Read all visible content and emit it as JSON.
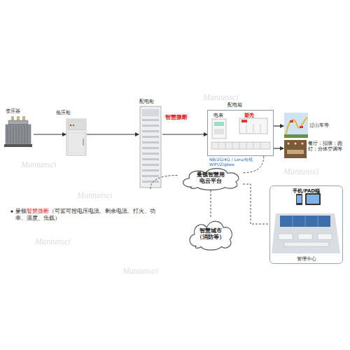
{
  "diagram": {
    "nodes": [
      {
        "text": [
          "变压器"
        ]
      },
      {
        "text": [
          "低压柜"
        ]
      },
      {
        "text": [
          "配电柜"
        ]
      },
      {
        "text": [
          "配电箱"
        ]
      },
      {
        "text": [
          "电表"
        ],
        "in": 3
      },
      {
        "text": [
          "塑壳"
        ],
        "in": 3
      },
      {
        "text": [
          "过山车等"
        ]
      },
      {
        "text": [
          "餐厅：招牌：跑灯；分体空调等"
        ]
      },
      {
        "text": [
          "曼顿智慧用电云平台"
        ]
      },
      {
        "text": [
          "智慧城市（消防等）"
        ]
      },
      {
        "text": [
          "手机/PAD端",
          "管理中心"
        ]
      }
    ],
    "edges": [
      {
        "from": 0,
        "to": 1,
        "arrow": "to"
      },
      {
        "from": 1,
        "to": 2,
        "arrow": "to"
      },
      {
        "from": 2,
        "to": 3,
        "arrow": "to"
      },
      {
        "from": 3,
        "to": 6,
        "arrow": "to"
      },
      {
        "from": 3,
        "to": 7,
        "arrow": "to"
      },
      {
        "from": 2,
        "to": 8,
        "arrow": "none"
      },
      {
        "from": 3,
        "to": 8,
        "label": "NB/2G/4G / Lora/有线WIFI/Zigbee",
        "arrow": "none"
      },
      {
        "from": 8,
        "to": 9,
        "arrow": "none"
      },
      {
        "from": 8,
        "to": 10,
        "arrow": "none"
      }
    ],
    "labels": [
      "智慧微断",
      "曼顿",
      "智慧微断",
      "（可监可控电压电流、剩余电流、打火、功率、温度、负载）",
      "Mantunsci",
      "Mantunsci",
      "Mantunsci",
      "Mantunsci",
      "Mantunsci",
      "Mantunsci"
    ]
  }
}
